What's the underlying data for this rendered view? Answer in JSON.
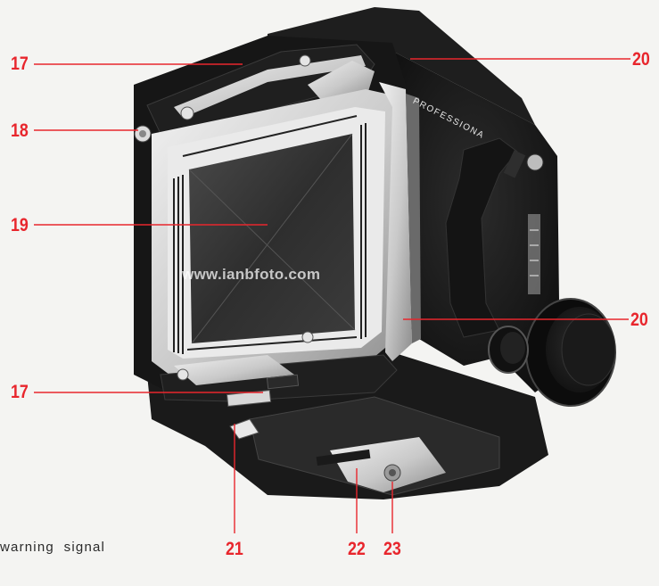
{
  "callouts": {
    "c17_top": "17",
    "c18": "18",
    "c19": "19",
    "c17_bottom": "17",
    "c20_top": "20",
    "c20_bottom": "20",
    "c21": "21",
    "c22": "22",
    "c23": "23"
  },
  "caption": "warning  signal",
  "watermark": "www.ianbfoto.com",
  "camera_text": {
    "brand": "PROFESSIONA"
  },
  "colors": {
    "callout_red": "#e8262d",
    "body_black": "#1b1b1b",
    "frame_silver": "#cfcfcf",
    "background": "#f4f4f2"
  }
}
